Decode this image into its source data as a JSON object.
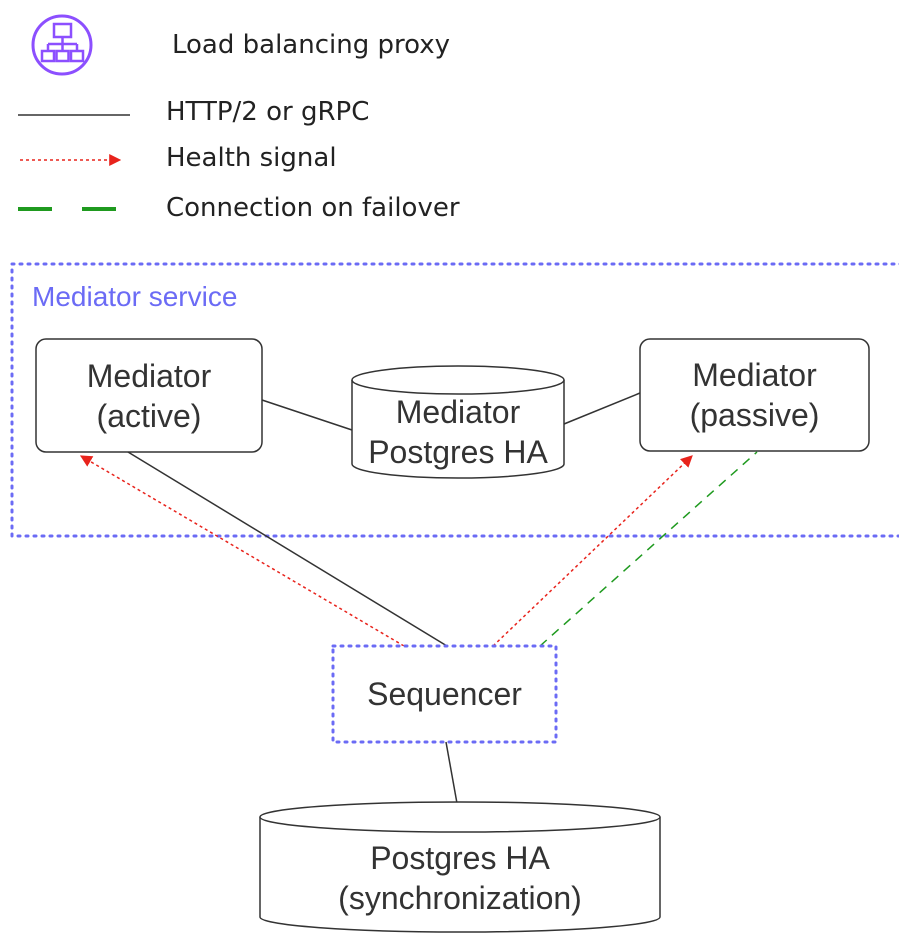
{
  "legend": {
    "proxy_label": "Load balancing proxy",
    "http_label": "HTTP/2 or gRPC",
    "health_label": "Health signal",
    "failover_label": "Connection on failover"
  },
  "service": {
    "label": "Mediator service"
  },
  "nodes": {
    "mediator_active": {
      "line1": "Mediator",
      "line2": "(active)"
    },
    "mediator_db": {
      "line1": "Mediator",
      "line2": "Postgres HA"
    },
    "mediator_passive": {
      "line1": "Mediator",
      "line2": "(passive)"
    },
    "sequencer": {
      "line1": "Sequencer"
    },
    "postgres": {
      "line1": "Postgres HA",
      "line2": "(synchronization)"
    }
  },
  "colors": {
    "proxy_purple": "#6b6bf5",
    "icon_purple": "#8c4fff",
    "health_red": "#e8231c",
    "failover_green": "#1f9a1f",
    "line_dark": "#333333"
  }
}
